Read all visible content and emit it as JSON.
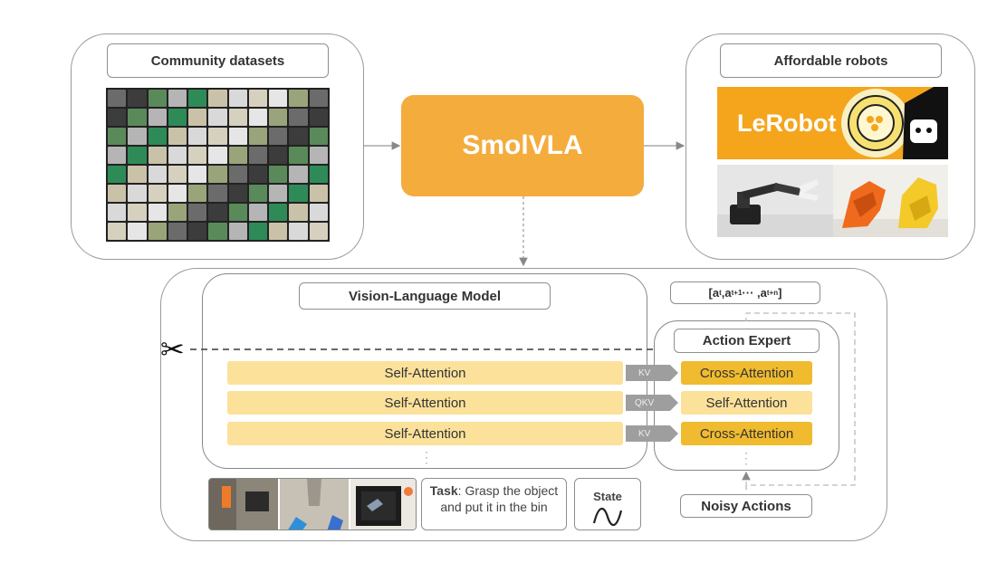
{
  "datasets_panel": {
    "label": "Community datasets"
  },
  "robots_panel": {
    "label": "Affordable robots",
    "lerobot_text": "LeRobot"
  },
  "center": {
    "title": "SmolVLA"
  },
  "vlm": {
    "label": "Vision-Language Model",
    "layers": [
      "Self-Attention",
      "Self-Attention",
      "Self-Attention"
    ]
  },
  "expert": {
    "label": "Action Expert",
    "layers": [
      "Cross-Attention",
      "Self-Attention",
      "Cross-Attention"
    ],
    "connectors": [
      "KV",
      "QKV",
      "KV"
    ]
  },
  "actions": {
    "chunk_parts": [
      "[a",
      "t",
      " ,a",
      "t+1",
      " ··· ,a",
      "t+n",
      "]"
    ],
    "noisy_label": "Noisy Actions"
  },
  "inputs": {
    "task_prefix": "Task",
    "task_text": ": Grasp the object and put it in the bin",
    "state_label": "State"
  },
  "icons": {
    "scissors": "✂"
  },
  "colors": {
    "smolvla_orange": "#f4ac3d",
    "lerobot_orange": "#f4a51c",
    "attention_light": "#fbe19a",
    "attention_dark": "#f0bb2e",
    "border_gray": "#9a9a9a"
  }
}
